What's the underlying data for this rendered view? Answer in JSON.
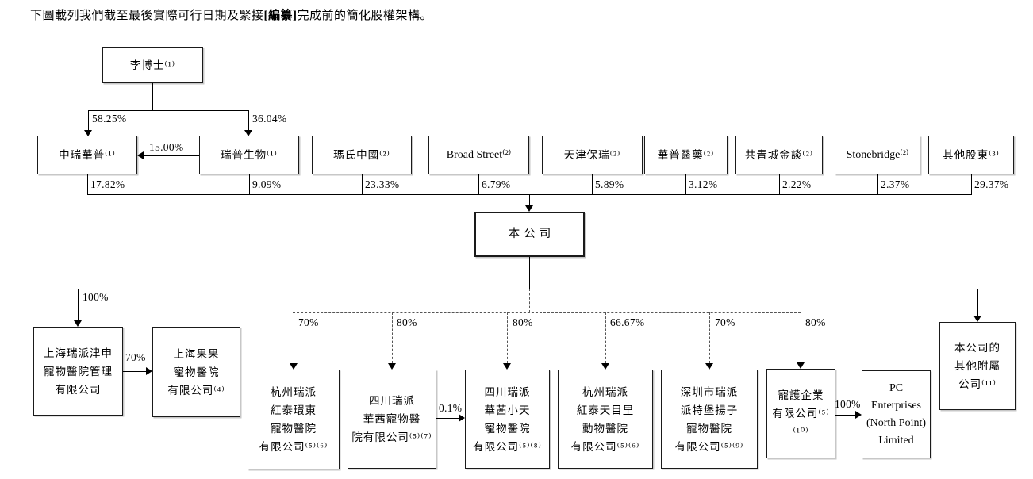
{
  "intro": {
    "pre": "下圖載列我們截至最後實際可行日期及緊接",
    "bracket": "[編纂]",
    "post": "完成前的簡化股權架構。"
  },
  "nodes": {
    "li": "李博士⁽¹⁾",
    "zhongrui": "中瑞華普⁽¹⁾",
    "ruipu": "瑞普生物⁽¹⁾",
    "mars": "瑪氏中國⁽²⁾",
    "broad": "Broad Street⁽²⁾",
    "tianjin": "天津保瑞⁽²⁾",
    "huapu": "華普醫藥⁽²⁾",
    "gongqing": "共青城金談⁽²⁾",
    "stonebridge": "Stonebridge⁽²⁾",
    "others": "其他股東⁽³⁾",
    "company": "本公司",
    "shanghai_mgmt": "上海瑞派津申\n寵物醫院管理\n有限公司",
    "guoguo": "上海果果\n寵物醫院\n有限公司⁽⁴⁾",
    "hz_huandong": "杭州瑞派\n紅泰環東\n寵物醫院\n有限公司⁽⁵⁾⁽⁶⁾",
    "sc_huaqian": "四川瑞派\n華茜寵物醫\n院有限公司⁽⁵⁾⁽⁷⁾",
    "sc_xiaotian": "四川瑞派\n華茜小天\n寵物醫院\n有限公司⁽⁵⁾⁽⁸⁾",
    "hz_tianmuli": "杭州瑞派\n紅泰天目里\n動物醫院\n有限公司⁽⁵⁾⁽⁶⁾",
    "sz_yangzi": "深圳市瑞派\n派特堡揚子\n寵物醫院\n有限公司⁽⁵⁾⁽⁹⁾",
    "chonghu": "寵護企業\n有限公司⁽⁵⁾⁽¹⁰⁾",
    "pc": "PC\nEnterprises\n(North Point)\nLimited",
    "other_subs": "本公司的\n其他附屬\n公司⁽¹¹⁾"
  },
  "pcts": {
    "li_zhongrui": "58.25%",
    "li_ruipu": "36.04%",
    "ruipu_zhongrui": "15.00%",
    "zhongrui_co": "17.82%",
    "ruipu_co": "9.09%",
    "mars_co": "23.33%",
    "broad_co": "6.79%",
    "tianjin_co": "5.89%",
    "huapu_co": "3.12%",
    "gongqing_co": "2.22%",
    "stonebridge_co": "2.37%",
    "others_co": "29.37%",
    "co_shanghai": "100%",
    "shanghai_guoguo": "70%",
    "co_hz_huandong": "70%",
    "co_sc_huaqian": "80%",
    "co_sc_xiaotian": "80%",
    "co_hz_tianmuli": "66.67%",
    "co_sz_yangzi": "70%",
    "co_chonghu": "80%",
    "huaqian_xiaotian": "0.1%",
    "chonghu_pc": "100%"
  }
}
